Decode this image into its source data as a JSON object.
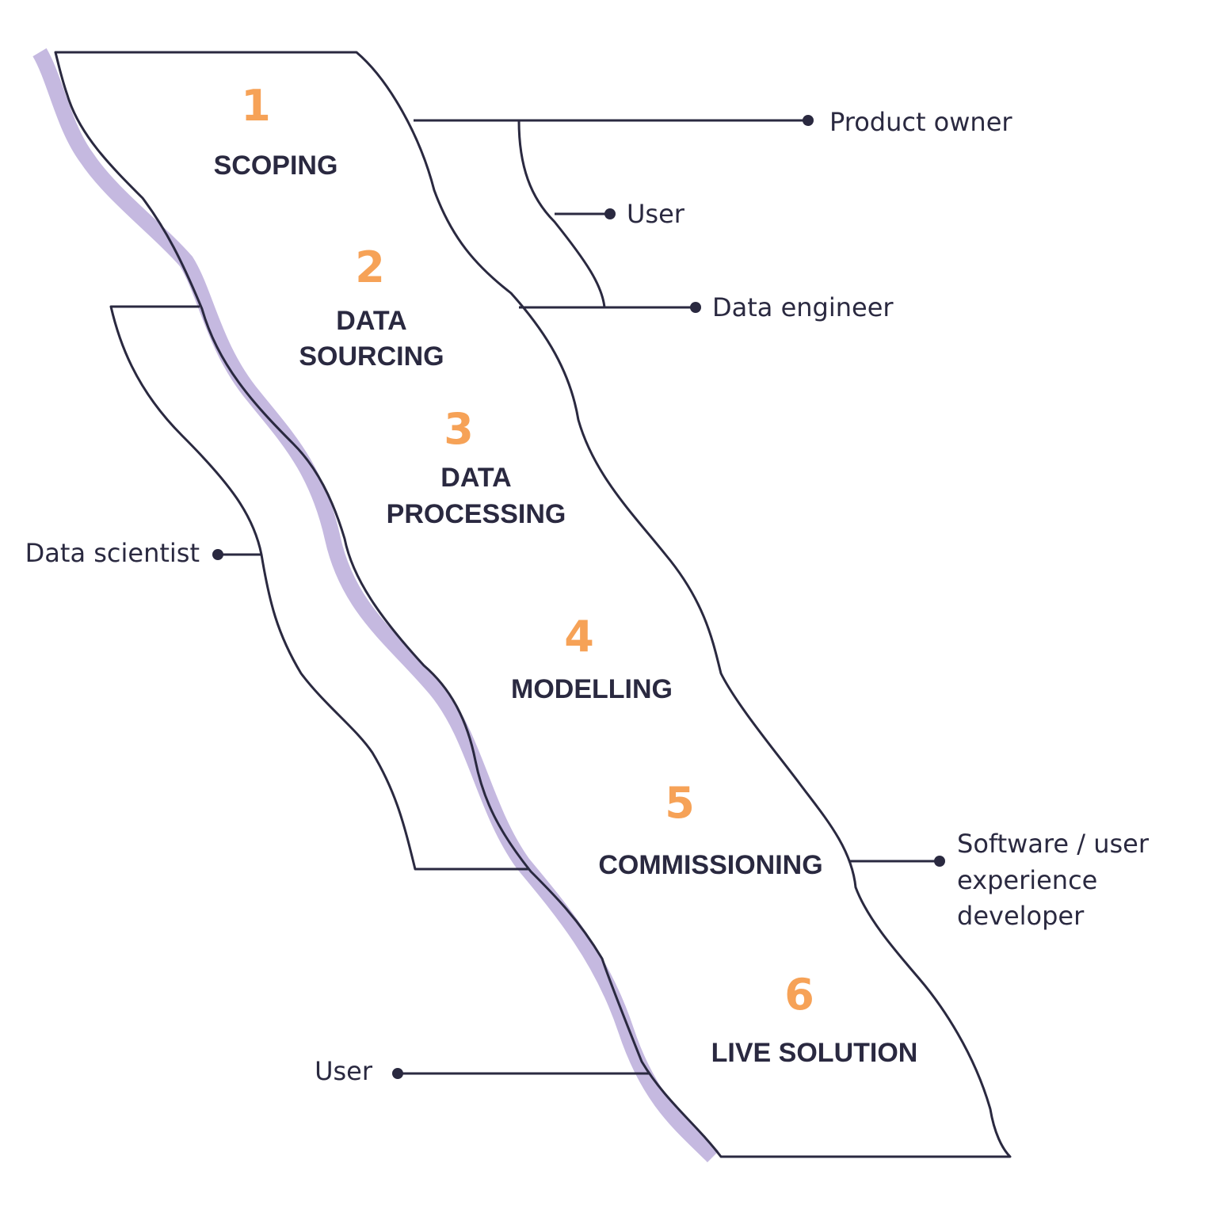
{
  "colors": {
    "ink": "#2a2940",
    "accent": "#f6a257",
    "lavender": "#c5b9e0",
    "background": "#ffffff"
  },
  "stages": [
    {
      "number": "1",
      "label_lines": [
        "SCOPING"
      ]
    },
    {
      "number": "2",
      "label_lines": [
        "DATA",
        "SOURCING"
      ]
    },
    {
      "number": "3",
      "label_lines": [
        "DATA",
        "PROCESSING"
      ]
    },
    {
      "number": "4",
      "label_lines": [
        "MODELLING"
      ]
    },
    {
      "number": "5",
      "label_lines": [
        "COMMISSIONING"
      ]
    },
    {
      "number": "6",
      "label_lines": [
        "LIVE SOLUTION"
      ]
    }
  ],
  "roles": {
    "product_owner": "Product owner",
    "user_top": "User",
    "data_engineer": "Data engineer",
    "data_scientist": "Data scientist",
    "software_ux_developer": [
      "Software / user",
      "experience",
      "developer"
    ],
    "user_bottom": "User"
  }
}
